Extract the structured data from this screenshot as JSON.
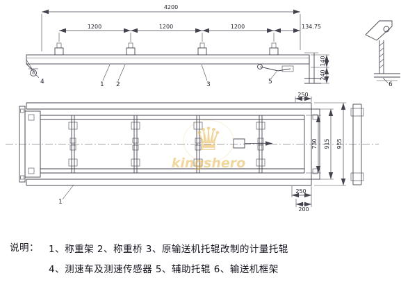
{
  "watermark": {
    "text": "kingshero",
    "crown_glyph": "♛",
    "color": "#e7b64e"
  },
  "side_view": {
    "dim_total": "4200",
    "dim_span_1": "1200",
    "dim_span_2": "1200",
    "dim_span_3": "1200",
    "dim_end": "134.75",
    "dim_height_upper": "140",
    "dim_height_lower": "240"
  },
  "plan_view": {
    "dim_end_top": "250",
    "dim_inner_width": "730",
    "dim_mid_width": "915",
    "dim_outer_width": "955",
    "dim_end_bottom_upper": "250",
    "dim_end_bottom_lower": "200"
  },
  "callouts": {
    "c1": "1",
    "c2": "2",
    "c3": "3",
    "c4": "4",
    "c5": "5",
    "c6": "6",
    "c1_plan": "1"
  },
  "legend": {
    "label": "说明：",
    "line1": "1、称重架  2、称重桥  3、原输送机托辊改制的计量托辊",
    "line2": "4、测速车及测速传感器   5、辅助托辊   6、输送机框架"
  }
}
